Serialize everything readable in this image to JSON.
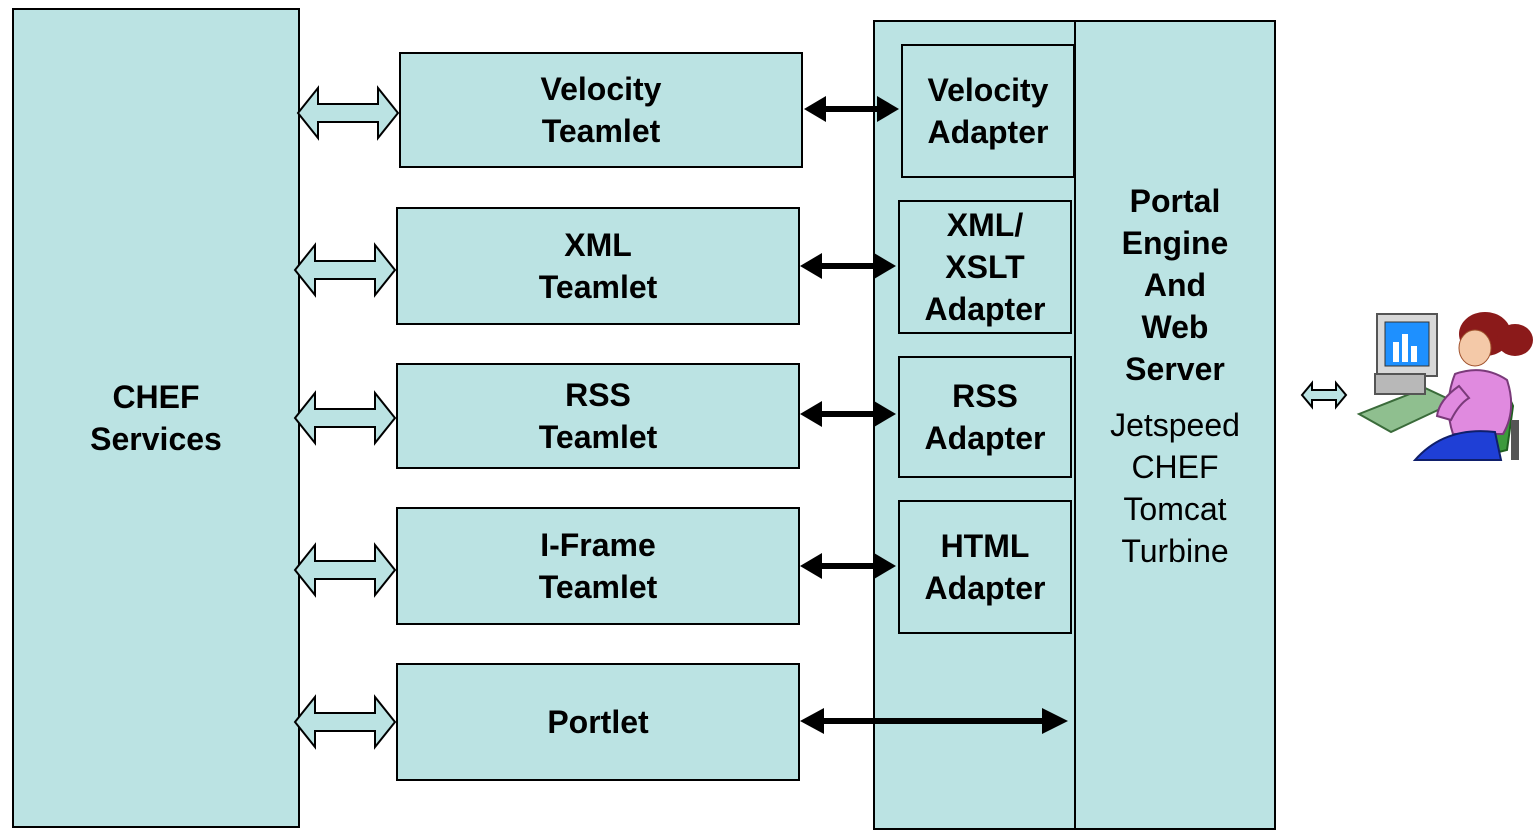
{
  "chef": {
    "lines": [
      "CHEF",
      "Services"
    ]
  },
  "teamlets": [
    {
      "lines": [
        "Velocity",
        "Teamlet"
      ]
    },
    {
      "lines": [
        "XML",
        "Teamlet"
      ]
    },
    {
      "lines": [
        "RSS",
        "Teamlet"
      ]
    },
    {
      "lines": [
        "I-Frame",
        "Teamlet"
      ]
    },
    {
      "lines": [
        "Portlet"
      ]
    }
  ],
  "adapters": [
    {
      "lines": [
        "Velocity",
        "Adapter"
      ]
    },
    {
      "lines": [
        "XML/",
        "XSLT",
        "Adapter"
      ]
    },
    {
      "lines": [
        "RSS",
        "Adapter"
      ]
    },
    {
      "lines": [
        "HTML",
        "Adapter"
      ]
    }
  ],
  "engine": {
    "title_lines": [
      "Portal",
      "Engine",
      "And",
      "Web",
      "Server"
    ],
    "components": [
      "Jetspeed",
      "CHEF",
      "Tomcat",
      "Turbine"
    ]
  },
  "colors": {
    "box_fill": "#bbe3e3",
    "border": "#000000"
  },
  "icons": {
    "user": "person-at-computer-icon"
  }
}
